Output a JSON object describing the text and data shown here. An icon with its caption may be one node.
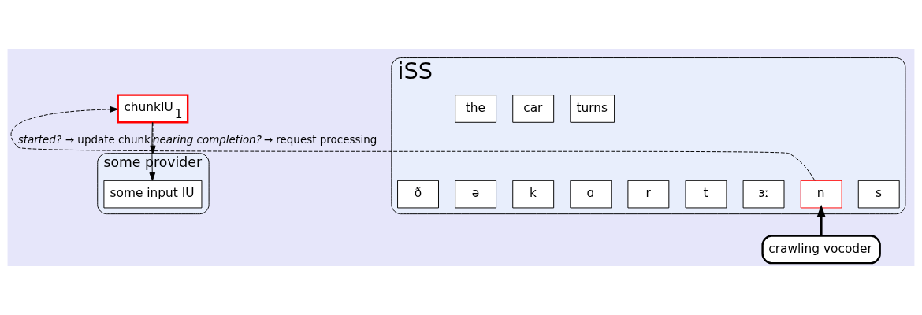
{
  "diagram": {
    "nodes": [
      {
        "text": [
          "some provider"
        ]
      },
      {
        "text": [
          "some input IU"
        ],
        "in": 0
      },
      {
        "text": [
          "iSS"
        ]
      },
      {
        "text": [
          "chunkIU$_{1}$"
        ]
      },
      {
        "text": [
          "the"
        ],
        "in": 2
      },
      {
        "text": [
          "car"
        ],
        "in": 2
      },
      {
        "text": [
          "turns"
        ],
        "in": 2
      },
      {
        "text": [
          "ð"
        ],
        "in": 2
      },
      {
        "text": [
          "ə"
        ],
        "in": 2
      },
      {
        "text": [
          "k"
        ],
        "in": 2
      },
      {
        "text": [
          "ɑ"
        ],
        "in": 2
      },
      {
        "text": [
          "r"
        ],
        "in": 2
      },
      {
        "text": [
          "t"
        ],
        "in": 2
      },
      {
        "text": [
          "ɜː"
        ],
        "in": 2
      },
      {
        "text": [
          "n"
        ],
        "in": 2
      },
      {
        "text": [
          "s"
        ],
        "in": 2
      },
      {
        "text": [
          "crawling vocoder"
        ]
      }
    ],
    "edges": [
      {
        "from": 3,
        "to": 1,
        "arrow": "to"
      },
      {
        "from": 14,
        "to": 3,
        "arrow": "to",
        "style": "dashed",
        "label": "*started?* → update chunk"
      },
      {
        "from": 3,
        "to": 0,
        "arrow": "to",
        "style": "dashed",
        "label": "*nearing completion?* → request processing"
      },
      {
        "from": 16,
        "to": 14,
        "arrow": "to",
        "style": "thick"
      }
    ]
  }
}
